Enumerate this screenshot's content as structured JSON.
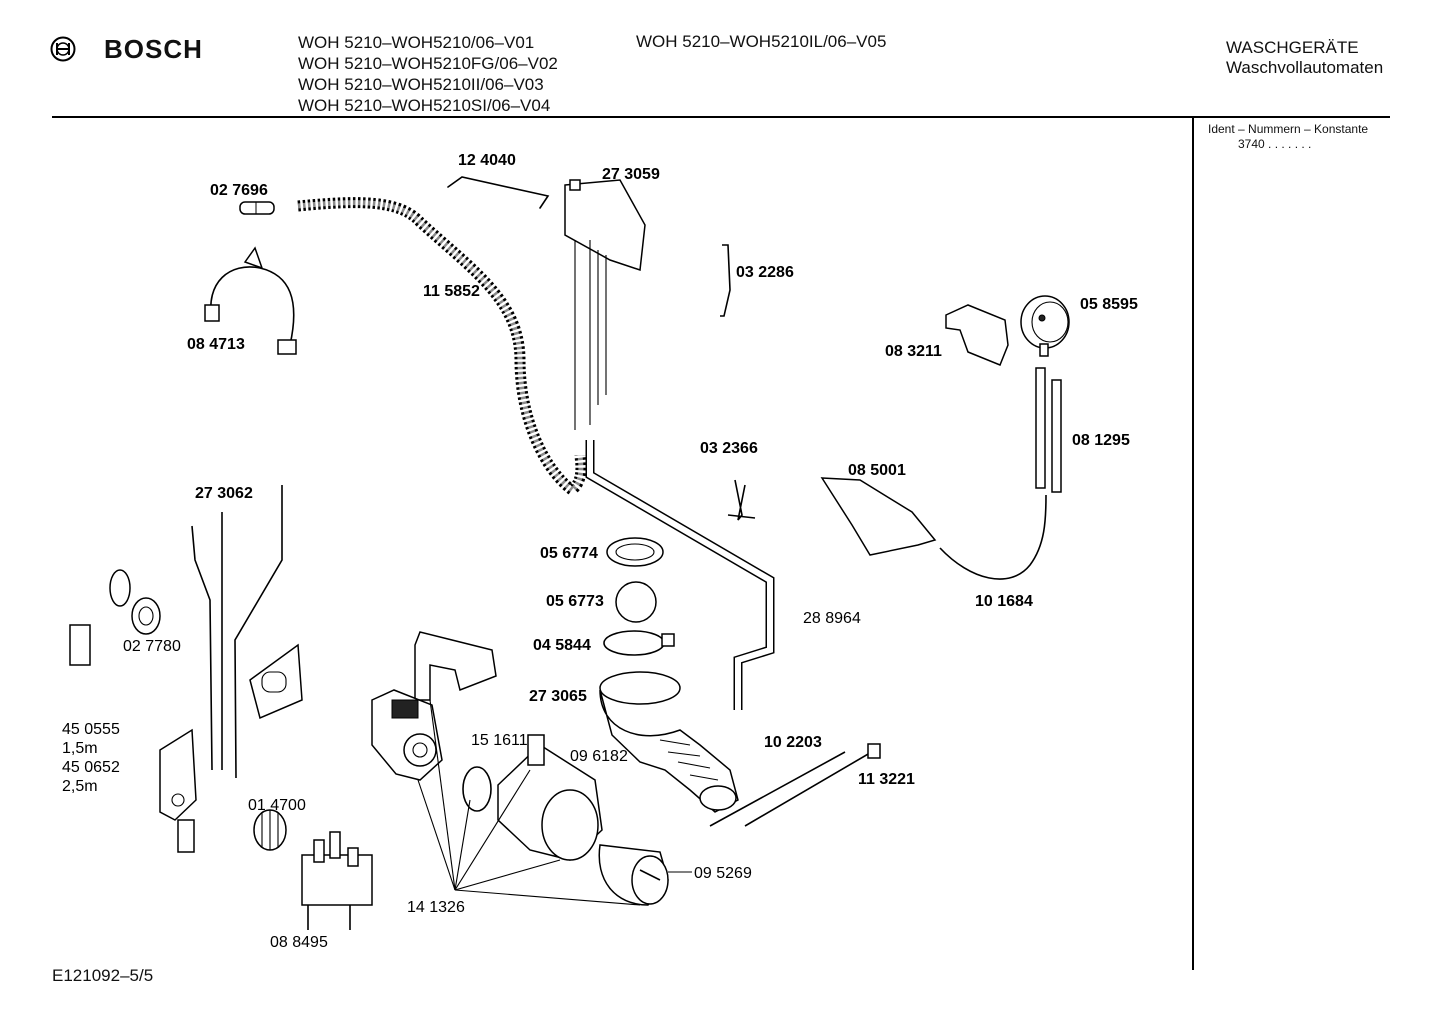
{
  "header": {
    "brand": "BOSCH",
    "models": [
      "WOH 5210–WOH5210/06–V01",
      "WOH 5210–WOH5210FG/06–V02",
      "WOH 5210–WOH5210II/06–V03",
      "WOH 5210–WOH5210SI/06–V04"
    ],
    "model_extra": "WOH 5210–WOH5210IL/06–V05",
    "category_line1": "WASCHGERÄTE",
    "category_line2": "Waschvollautomaten"
  },
  "sidebar": {
    "ident_label": "Ident – Nummern – Konstante",
    "ident_value": "3740 . .  . . . . ."
  },
  "footer": {
    "code": "E121092–5/5"
  },
  "parts": {
    "p124040": "12 4040",
    "p273059": "27 3059",
    "p027696": "02 7696",
    "p032286": "03 2286",
    "p115852": "11 5852",
    "p058595": "05 8595",
    "p084713": "08 4713",
    "p083211": "08 3211",
    "p081295": "08 1295",
    "p032366": "03 2366",
    "p085001": "08 5001",
    "p273062": "27 3062",
    "p056774": "05 6774",
    "p056773": "05 6773",
    "p101684": "10 1684",
    "p045844": "04 5844",
    "p288964": "28 8964",
    "p027780": "02 7780",
    "p273065": "27 3065",
    "p450555": "45 0555",
    "len1": "1,5m",
    "p450652": "45 0652",
    "len2": "2,5m",
    "p151611": "15 1611",
    "p096182": "09 6182",
    "p102203": "10 2203",
    "p113221": "11 3221",
    "p014700": "01 4700",
    "p095269": "09 5269",
    "p141326": "14 1326",
    "p088495": "08 8495"
  }
}
